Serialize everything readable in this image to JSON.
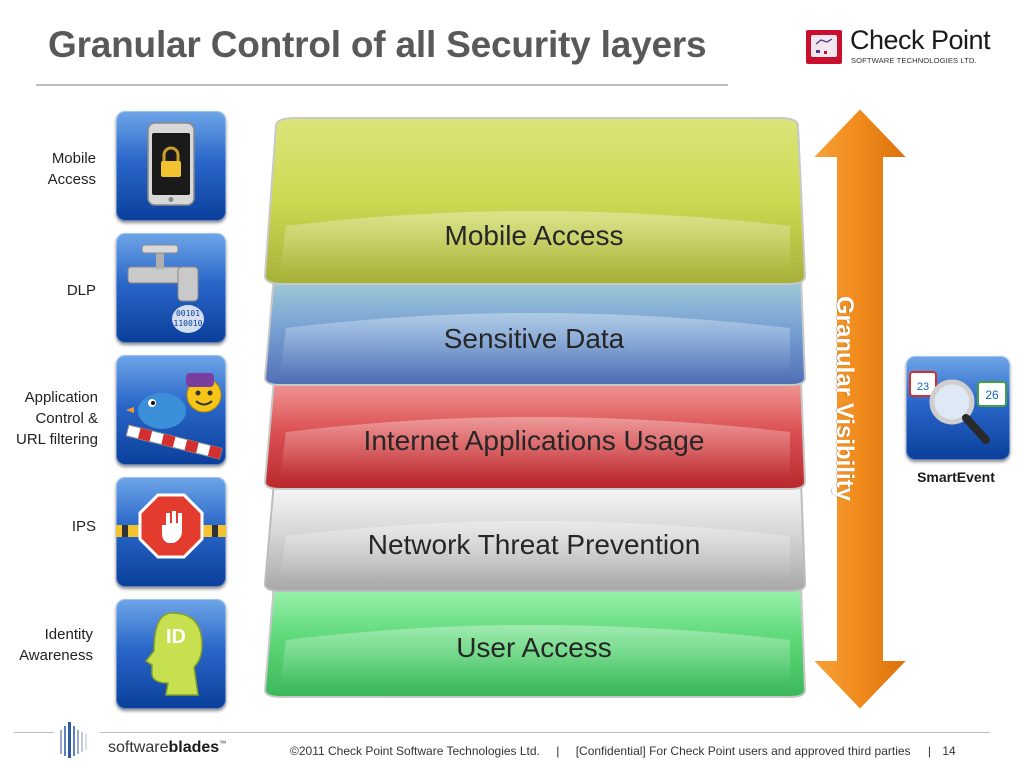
{
  "header": {
    "title": "Granular Control of all Security layers",
    "logo_name": "Check Point",
    "logo_sub": "SOFTWARE TECHNOLOGIES LTD."
  },
  "blades": [
    {
      "label_lines": [
        "Mobile",
        "Access"
      ],
      "icon": "phone-lock-icon"
    },
    {
      "label_lines": [
        "DLP"
      ],
      "icon": "faucet-data-icon"
    },
    {
      "label_lines": [
        "Application",
        "Control &",
        "URL filtering"
      ],
      "icon": "bird-smiley-icon"
    },
    {
      "label_lines": [
        "IPS"
      ],
      "icon": "stop-hand-icon"
    },
    {
      "label_lines": [
        "Identity",
        "Awareness"
      ],
      "icon": "id-head-icon"
    }
  ],
  "layers": [
    {
      "label": "Mobile Access",
      "color": "#c8d44f"
    },
    {
      "label": "Sensitive Data",
      "color": "#6f9bcf"
    },
    {
      "label": "Internet Applications Usage",
      "color": "#d9474a"
    },
    {
      "label": "Network Threat Prevention",
      "color": "#d0d0d0"
    },
    {
      "label": "User Access",
      "color": "#5fd97a"
    }
  ],
  "arrow": {
    "label": "Granular Visibility",
    "color": "#f08a1c"
  },
  "smartevent": {
    "label": "SmartEvent",
    "icon": "magnifier-icon"
  },
  "footer": {
    "brand_light": "software",
    "brand_bold": "blades",
    "brand_tm": "™",
    "copyright": "©2011 Check Point Software Technologies Ltd.",
    "separator": "|",
    "confidential": "[Confidential] For Check Point users and approved third parties",
    "page_number": "14"
  }
}
